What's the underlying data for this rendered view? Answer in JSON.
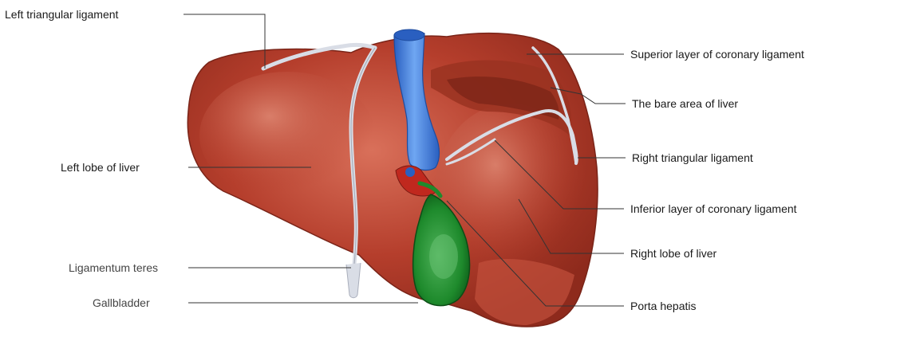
{
  "labels": {
    "left_triangular_ligament": "Left triangular ligament",
    "left_lobe": "Left lobe of liver",
    "ligamentum_teres": "Ligamentum teres",
    "gallbladder": "Gallbladder",
    "superior_coronary": "Superior layer of coronary ligament",
    "bare_area": "The bare area of liver",
    "right_triangular_ligament": "Right triangular ligament",
    "inferior_coronary": "Inferior layer of coronary ligament",
    "right_lobe": "Right lobe of liver",
    "porta_hepatis": "Porta hepatis"
  },
  "colors": {
    "liver": "#b53e2c",
    "liver_dark": "#8e2a1c",
    "liver_light": "#d9705a",
    "vena_cava": "#3c7fe0",
    "gallbladder": "#1e8a2c",
    "ligament": "#d9dde6",
    "leader_line": "#333333"
  }
}
